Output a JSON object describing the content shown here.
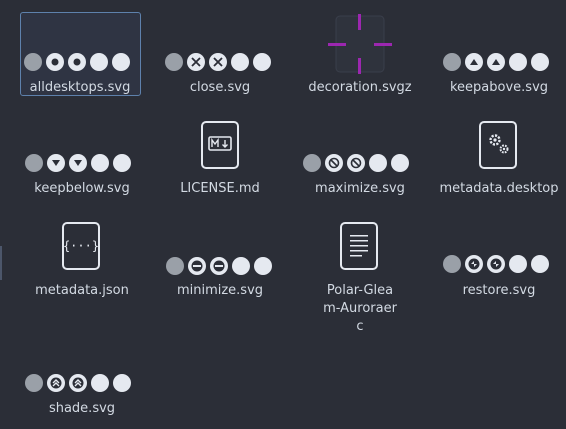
{
  "files": [
    {
      "name": "alldesktops.svg"
    },
    {
      "name": "close.svg"
    },
    {
      "name": "decoration.svgz"
    },
    {
      "name": "keepabove.svg"
    },
    {
      "name": "keepbelow.svg"
    },
    {
      "name": "LICENSE.md"
    },
    {
      "name": "maximize.svg"
    },
    {
      "name": "metadata.desktop"
    },
    {
      "name": "metadata.json"
    },
    {
      "name": "minimize.svg"
    },
    {
      "name": "Polar-Gleam-Auroraerc"
    },
    {
      "name": "restore.svg"
    },
    {
      "name": "shade.svg"
    }
  ],
  "colors": {
    "background": "#2b2e37",
    "selection_border": "#5e81ac",
    "decoration_accent": "#9c27b0",
    "button_gray": "#9aa0a8",
    "button_white": "#e5e9f0"
  }
}
